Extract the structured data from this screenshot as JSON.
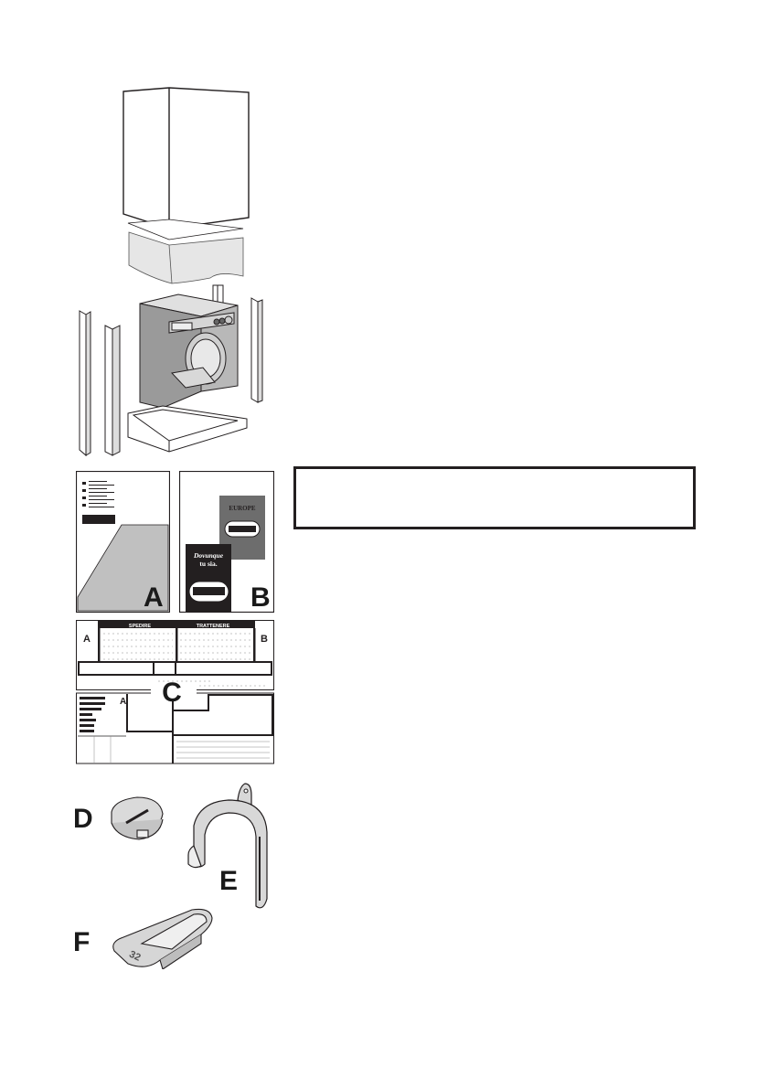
{
  "page": {
    "background": "#ffffff",
    "line_color": "#231f20",
    "gray_fill": "#c0c0c0",
    "dark_fill": "#231f20",
    "mid_gray": "#6d6d6d"
  },
  "figures": {
    "packaging": {
      "description": "Exploded view of packaging: top carton box, protective sheet, foam block, washing machine, side corner posts and base tray"
    },
    "items": [
      {
        "letter": "A",
        "description": "Instruction booklet"
      },
      {
        "letter": "B",
        "description": "Service / assistance leaflet",
        "leaflet_title": "EUROPE",
        "leaflet_slogan_line1": "Dovunque",
        "leaflet_slogan_line2": "tu sia."
      },
      {
        "letter": "C",
        "description": "Guarantee form",
        "header_left": "SPEDIRE",
        "header_right": "TRATTENERE",
        "corner_left": "A",
        "corner_right": "B",
        "corner_left_lower": "A"
      },
      {
        "letter": "D",
        "description": "Cap / plug"
      },
      {
        "letter": "E",
        "description": "Hose holder bracket"
      },
      {
        "letter": "F",
        "description": "Detergent measuring container",
        "marking": "32"
      }
    ]
  },
  "note_box": {
    "text": ""
  }
}
